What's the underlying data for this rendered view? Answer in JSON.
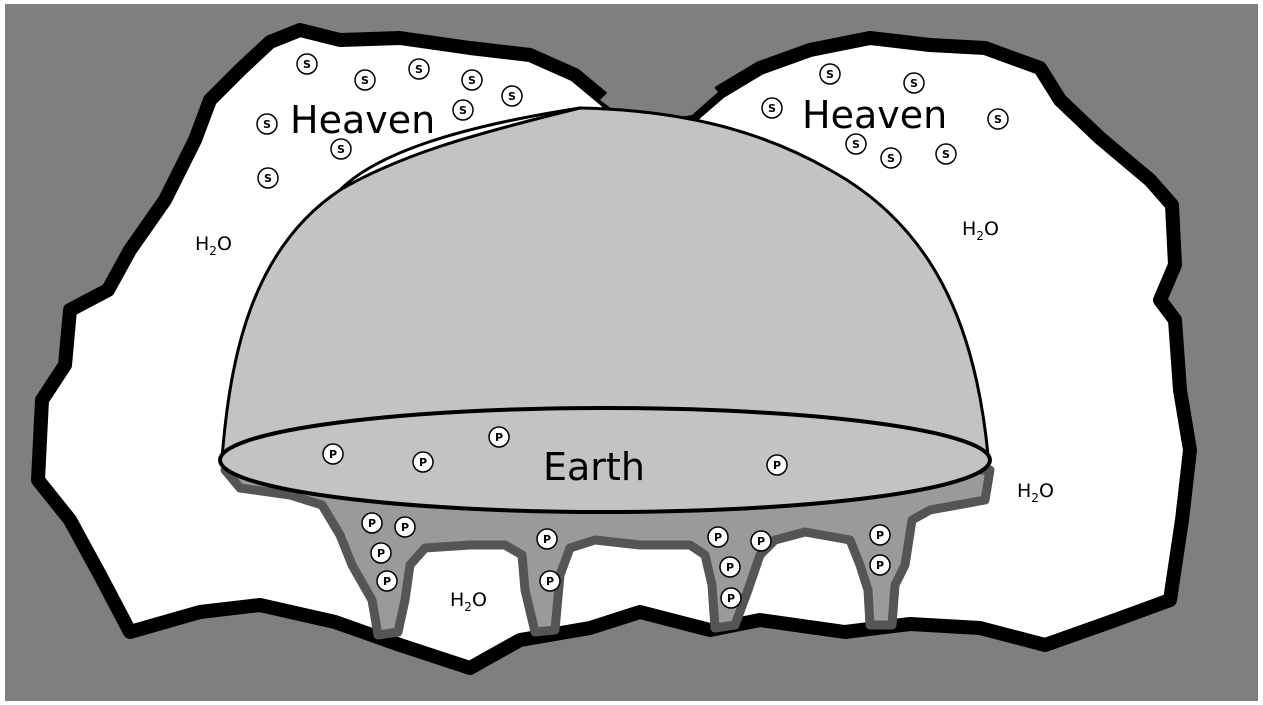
{
  "labels": {
    "heaven_left": "Heaven",
    "heaven_right": "Heaven",
    "earth": "Earth",
    "water": "H2O"
  },
  "symbols": {
    "heaven": "S",
    "earth": "P"
  },
  "colors": {
    "background": "#7f7f7f",
    "cave": "#ffffff",
    "outline": "#000000",
    "dome": "#c3c3c3",
    "underworld": "#7f7f7f",
    "underworld_fill": "#9a9a9a"
  }
}
